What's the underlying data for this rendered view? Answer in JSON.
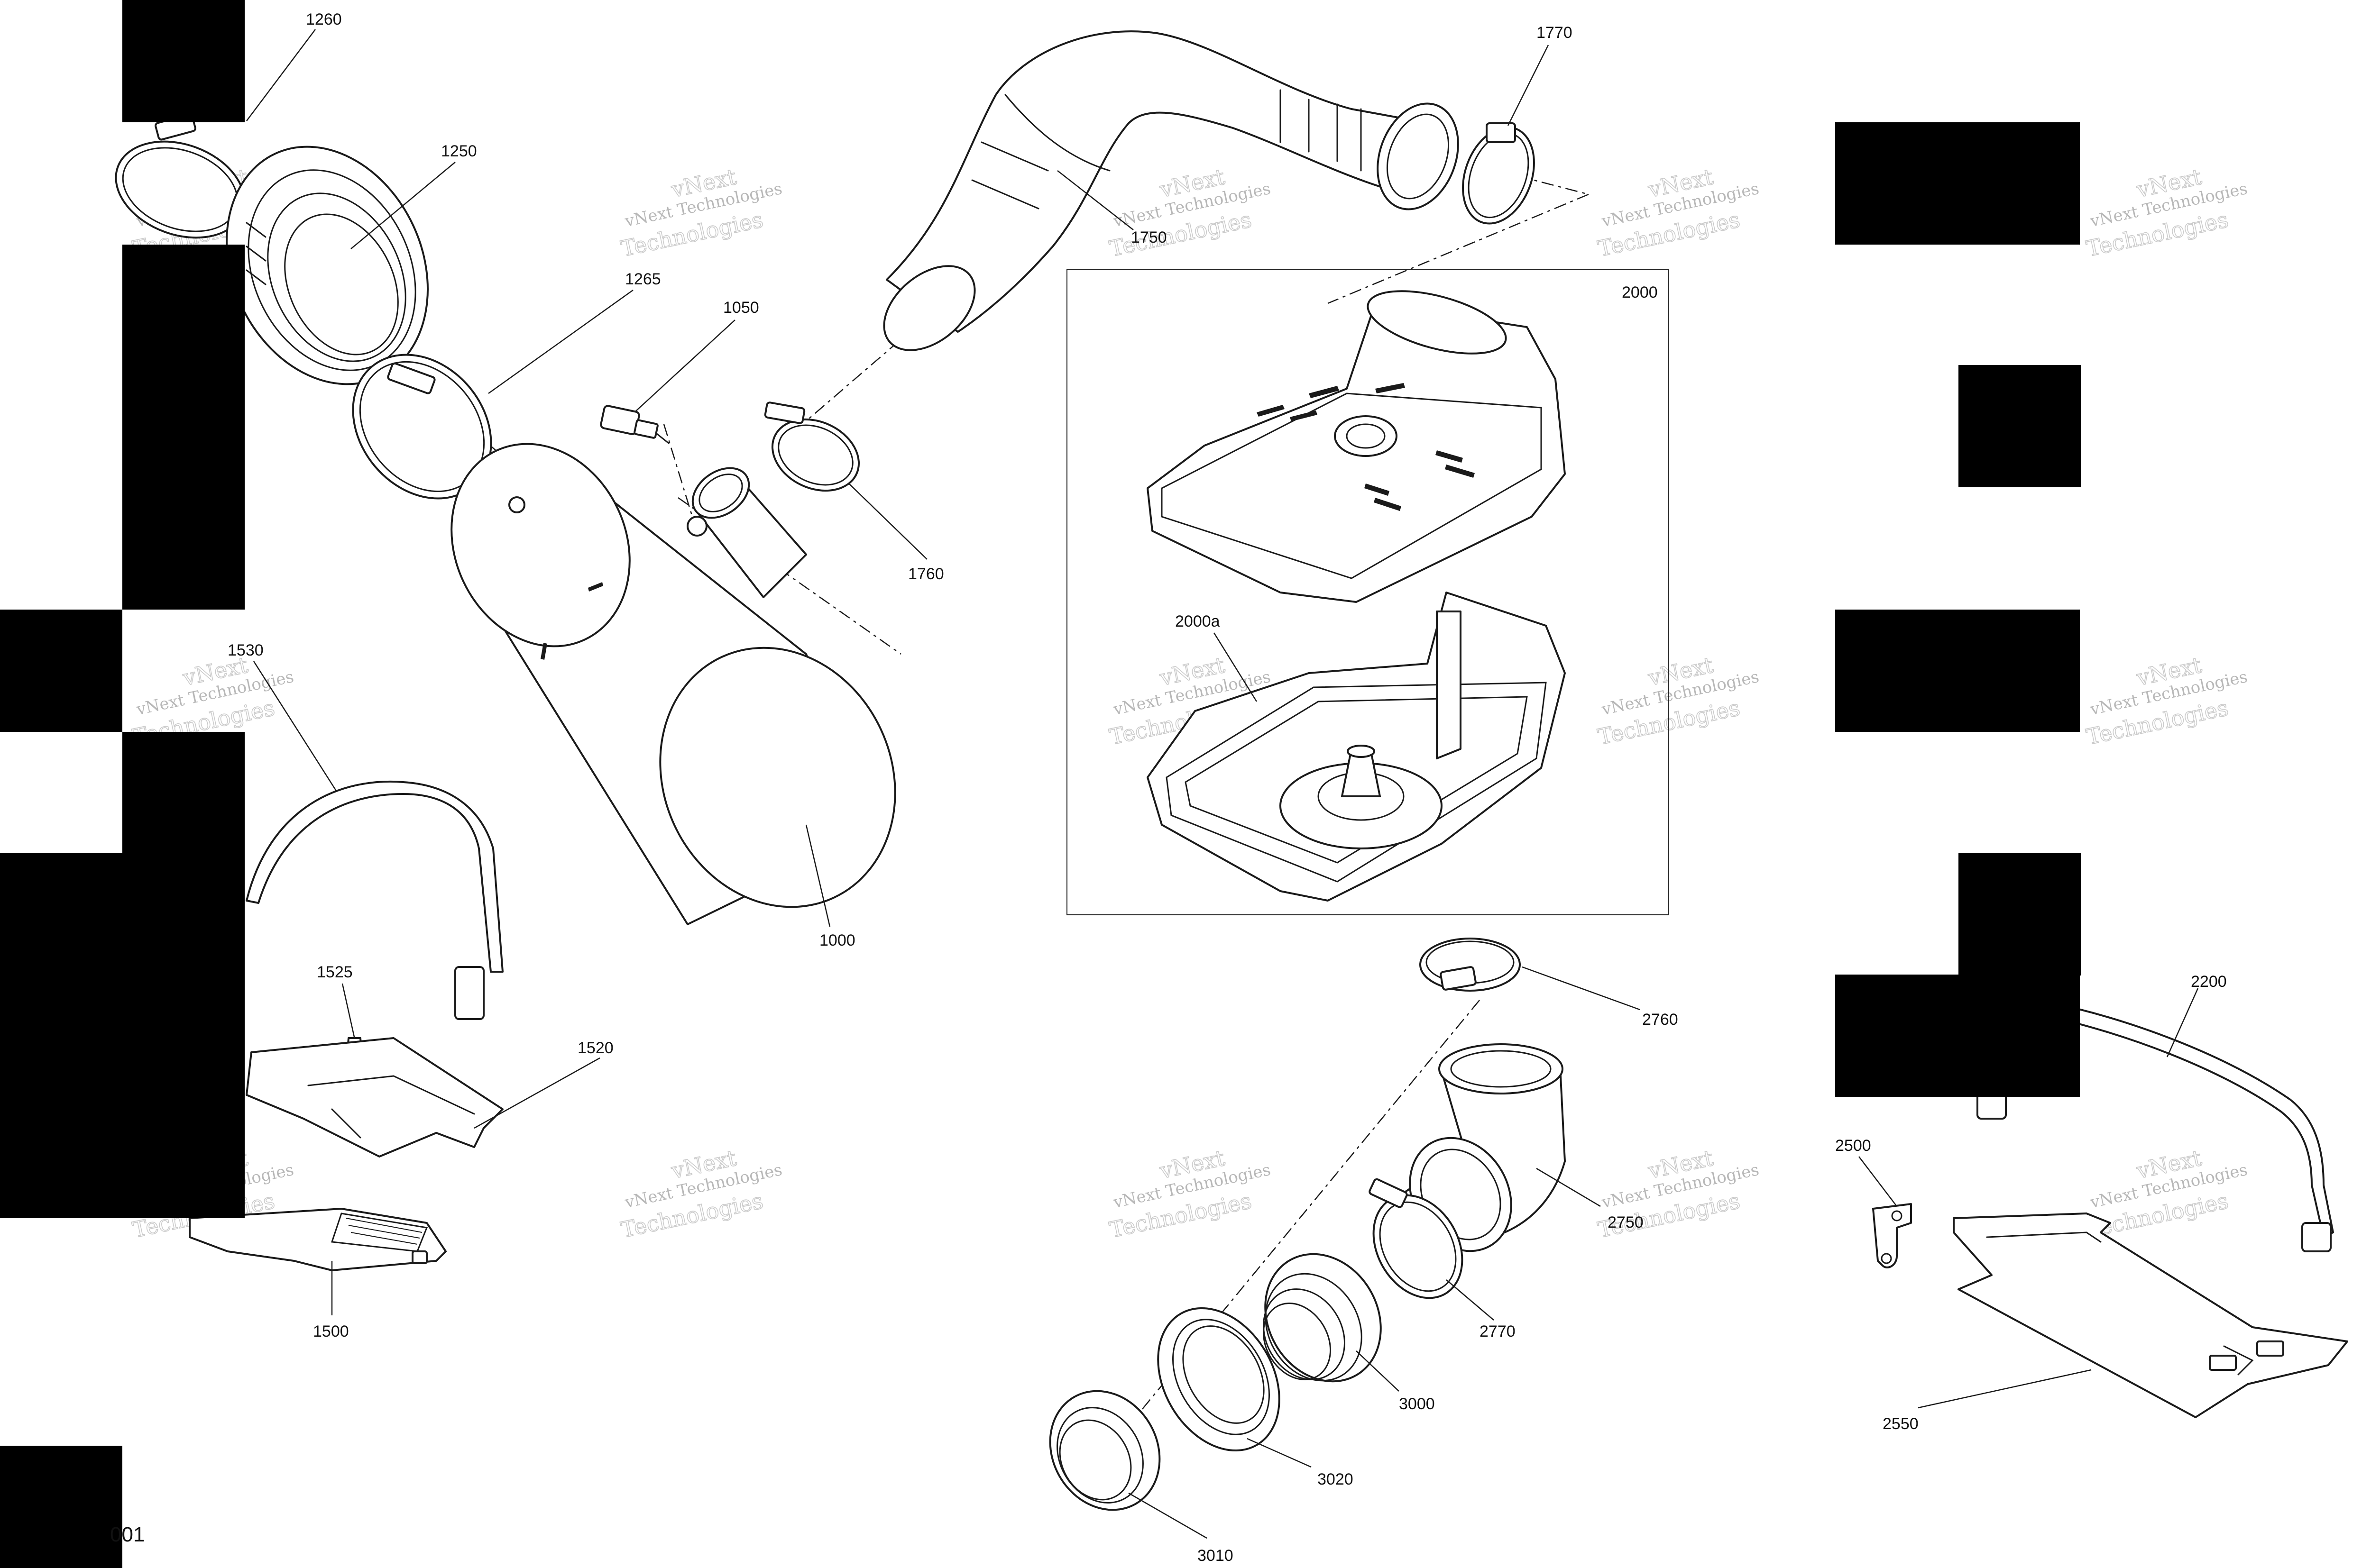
{
  "diagram": {
    "page_number": "001",
    "watermark": {
      "line1": "vNext Technologies",
      "line2_a": "vNext",
      "line2_b": "Technologies"
    },
    "callouts": [
      "1260",
      "1250",
      "1265",
      "1050",
      "1750",
      "1770",
      "1760",
      "2000",
      "2000a",
      "1530",
      "1000",
      "1525",
      "1520",
      "1500",
      "2760",
      "2750",
      "2770",
      "3000",
      "3020",
      "3010",
      "2200",
      "2500",
      "2550"
    ]
  }
}
